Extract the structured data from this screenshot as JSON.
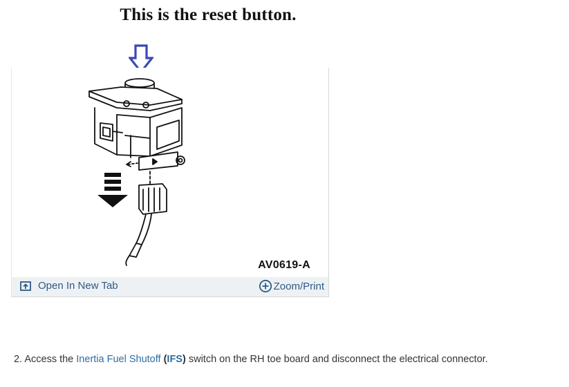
{
  "caption": "This is the reset button.",
  "figure": {
    "code": "AV0619-A"
  },
  "toolbar": {
    "open_label": "Open In New Tab",
    "zoom_label": "Zoom/Print",
    "icons": [
      "open-in-new-tab-icon",
      "zoom-plus-icon"
    ]
  },
  "step": {
    "number": "2.",
    "prefix": "Access the",
    "link_text": "Inertia Fuel Shutoff",
    "paren_open": "(",
    "abbr": "IFS",
    "paren_close": ")",
    "suffix": "switch on the RH toe board and disconnect the electrical connector."
  },
  "colors": {
    "arrow": "#3a48b4",
    "link": "#2d6da3",
    "toolbar_bg": "#eef1f4"
  }
}
